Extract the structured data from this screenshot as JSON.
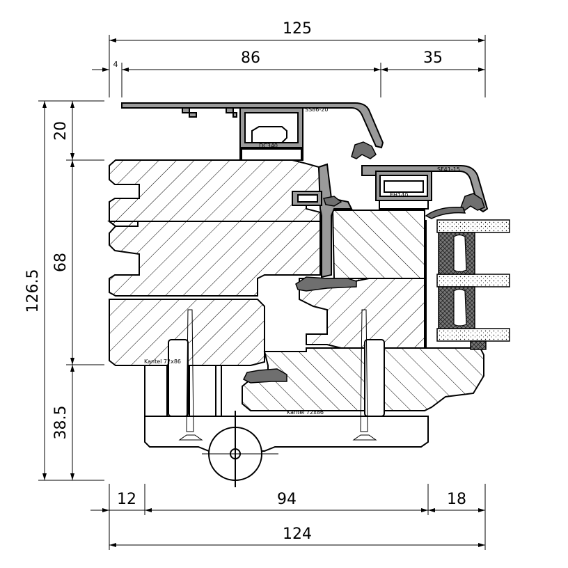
{
  "dimensions": {
    "top_total": "125",
    "top_left_small": "4",
    "top_middle": "86",
    "top_right": "35",
    "left_total": "126.5",
    "left_top": "20",
    "left_middle": "68",
    "left_bottom": "38.5",
    "bottom_left": "12",
    "bottom_middle": "94",
    "bottom_right": "18",
    "bottom_total": "124"
  },
  "labels": {
    "profile_top": "SS86-20",
    "profile_top_clip": "DC340",
    "profile_right": "SF41-15",
    "profile_right_clip": "EH140",
    "timber_upper": "Kantel 72x86",
    "timber_lower": "Kantel 72x86"
  }
}
